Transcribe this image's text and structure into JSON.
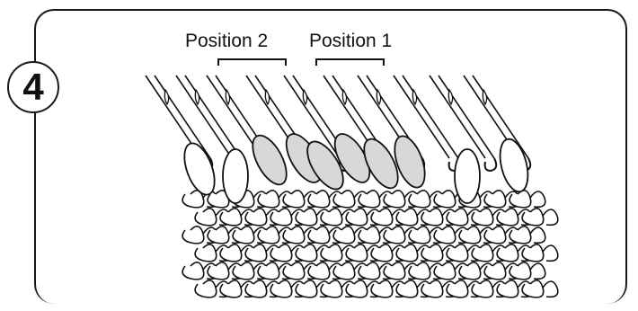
{
  "step": {
    "number": "4"
  },
  "labels": {
    "position_2": "Position 2",
    "position_1": "Position 1"
  },
  "colors": {
    "ink": "#111111",
    "shade": "#d8d8d8",
    "paper": "#ffffff"
  },
  "icons": {
    "step_badge": "circled-number",
    "needles": "latch-needle-icon",
    "fabric": "knit-stitch-icon"
  }
}
